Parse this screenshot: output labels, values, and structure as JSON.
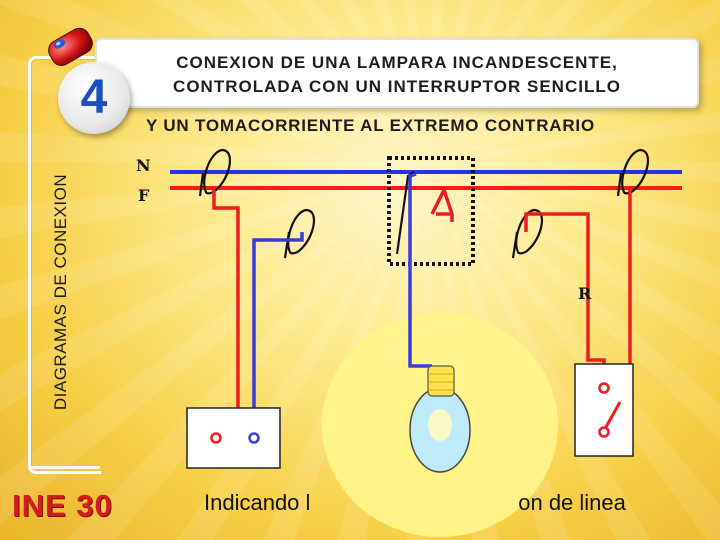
{
  "title": {
    "line1": "CONEXION DE UNA LAMPARA INCANDESCENTE,",
    "line2": "CONTROLADA CON UN INTERRUPTOR  SENCILLO"
  },
  "subtitle": "Y UN TOMACORRIENTE AL EXTREMO CONTRARIO",
  "side_title": "DIAGRAMAS DE CONEXION",
  "badge_number": "4",
  "wire_labels": {
    "neutral": "N",
    "phase": "F",
    "return": "R"
  },
  "logo": "INE 30",
  "caption": "Indicando l                                  on de linea",
  "colors": {
    "neutral_wire": "#3b3bd9",
    "phase_wire": "#ee1c1c",
    "bus_neutral": "#2233ee",
    "bus_phase": "#ff1a1a"
  },
  "icons": [
    "gem-icon",
    "lamp-bulb-icon",
    "outlet-icon",
    "switch-icon",
    "splice-icon"
  ]
}
